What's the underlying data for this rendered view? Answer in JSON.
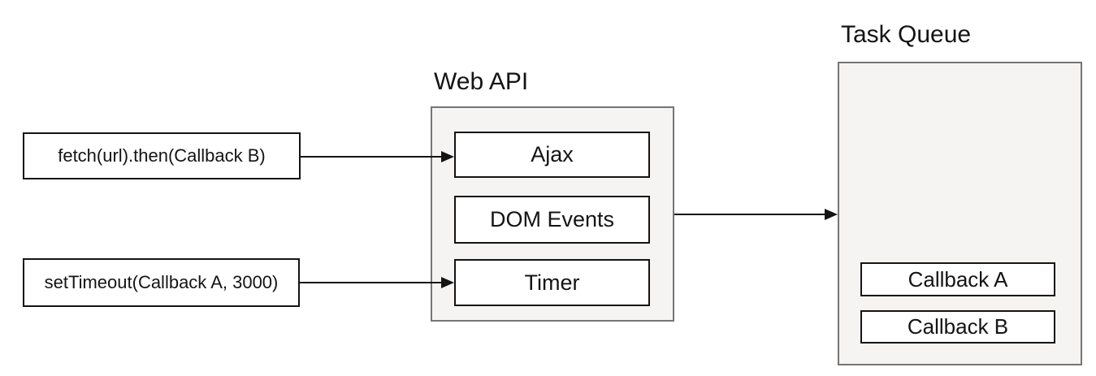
{
  "colors": {
    "background": "#ffffff",
    "container_fill": "#f5f4f2",
    "container_border": "#757575",
    "box_fill": "#ffffff",
    "box_border": "#141414",
    "arrow": "#141414",
    "text": "#141414"
  },
  "sources": [
    {
      "label": "fetch(url).then(Callback B)"
    },
    {
      "label": "setTimeout(Callback A, 3000)"
    }
  ],
  "web_api": {
    "title": "Web API",
    "items": [
      {
        "label": "Ajax"
      },
      {
        "label": "DOM Events"
      },
      {
        "label": "Timer"
      }
    ]
  },
  "task_queue": {
    "title": "Task Queue",
    "items": [
      {
        "label": "Callback A"
      },
      {
        "label": "Callback B"
      }
    ]
  },
  "edges": [
    {
      "from": "fetch(url).then(Callback B)",
      "to": "Ajax"
    },
    {
      "from": "setTimeout(Callback A, 3000)",
      "to": "Timer"
    },
    {
      "from": "Web API",
      "to": "Task Queue"
    }
  ]
}
